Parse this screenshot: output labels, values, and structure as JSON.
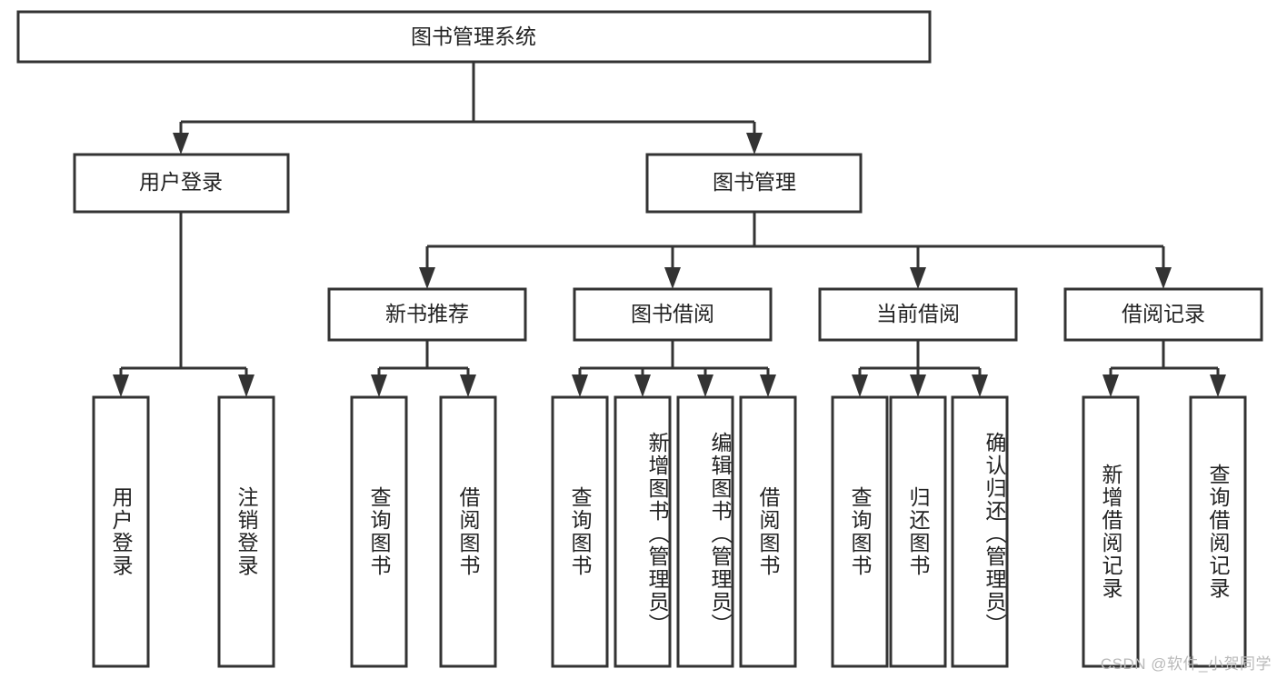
{
  "diagram": {
    "type": "tree-hierarchy",
    "title": "图书管理系统",
    "orientation": "top-down",
    "colors": {
      "box_stroke": "#333333",
      "box_fill": "#ffffff",
      "text": "#222222",
      "background": "#ffffff",
      "watermark": "#b9b9b9"
    },
    "root": {
      "id": "root",
      "label": "图书管理系统"
    },
    "level2": [
      {
        "id": "user-login",
        "label": "用户登录"
      },
      {
        "id": "book-management",
        "label": "图书管理"
      }
    ],
    "level3": [
      {
        "id": "new-book-recommend",
        "label": "新书推荐",
        "parent": "book-management"
      },
      {
        "id": "book-borrow",
        "label": "图书借阅",
        "parent": "book-management"
      },
      {
        "id": "current-borrow",
        "label": "当前借阅",
        "parent": "book-management"
      },
      {
        "id": "borrow-record",
        "label": "借阅记录",
        "parent": "book-management"
      }
    ],
    "leaves": {
      "user-login": [
        {
          "id": "leaf-user-login",
          "label": "用户登录"
        },
        {
          "id": "leaf-user-logout",
          "label": "注销登录"
        }
      ],
      "new-book-recommend": [
        {
          "id": "leaf-query-book-1",
          "label": "查询图书"
        },
        {
          "id": "leaf-borrow-book-1",
          "label": "借阅图书"
        }
      ],
      "book-borrow": [
        {
          "id": "leaf-query-book-2",
          "label": "查询图书"
        },
        {
          "id": "leaf-add-book",
          "label": "新增图书（管理员）"
        },
        {
          "id": "leaf-edit-book",
          "label": "编辑图书（管理员）"
        },
        {
          "id": "leaf-borrow-book-2",
          "label": "借阅图书"
        }
      ],
      "current-borrow": [
        {
          "id": "leaf-query-book-3",
          "label": "查询图书"
        },
        {
          "id": "leaf-return-book",
          "label": "归还图书"
        },
        {
          "id": "leaf-confirm-return",
          "label": "确认归还（管理员）"
        }
      ],
      "borrow-record": [
        {
          "id": "leaf-add-record",
          "label": "新增借阅记录"
        },
        {
          "id": "leaf-query-record",
          "label": "查询借阅记录"
        }
      ]
    }
  },
  "watermark": {
    "text": "CSDN @软件_小贺同学"
  }
}
